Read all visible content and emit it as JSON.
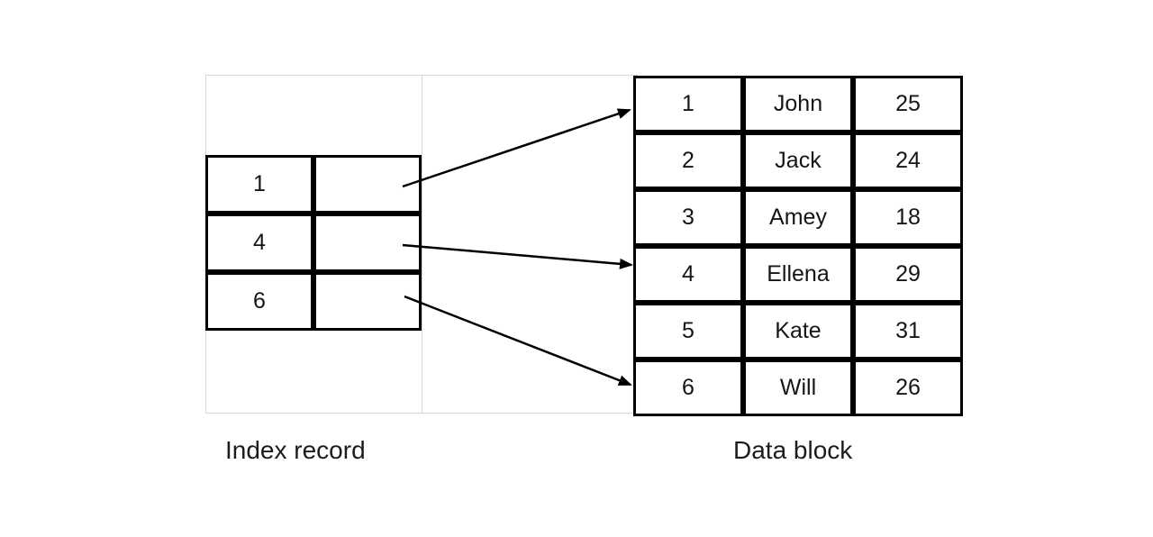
{
  "diagram": {
    "type": "database-sparse-index-diagram"
  },
  "index_record": {
    "label": "Index record",
    "rows": [
      {
        "key": "1"
      },
      {
        "key": "4"
      },
      {
        "key": "6"
      }
    ]
  },
  "data_block": {
    "label": "Data block",
    "rows": [
      {
        "id": "1",
        "name": "John",
        "age": "25"
      },
      {
        "id": "2",
        "name": "Jack",
        "age": "24"
      },
      {
        "id": "3",
        "name": "Amey",
        "age": "18"
      },
      {
        "id": "4",
        "name": "Ellena",
        "age": "29"
      },
      {
        "id": "5",
        "name": "Kate",
        "age": "31"
      },
      {
        "id": "6",
        "name": "Will",
        "age": "26"
      }
    ]
  },
  "arrows": [
    {
      "from_key": "1",
      "to_record": "John"
    },
    {
      "from_key": "4",
      "to_record": "Ellena"
    },
    {
      "from_key": "6",
      "to_record": "Will"
    }
  ],
  "colors": {
    "table_border": "#000000",
    "grid_line": "#d6d6d6",
    "text": "#1c1c1c",
    "background": "#ffffff"
  }
}
